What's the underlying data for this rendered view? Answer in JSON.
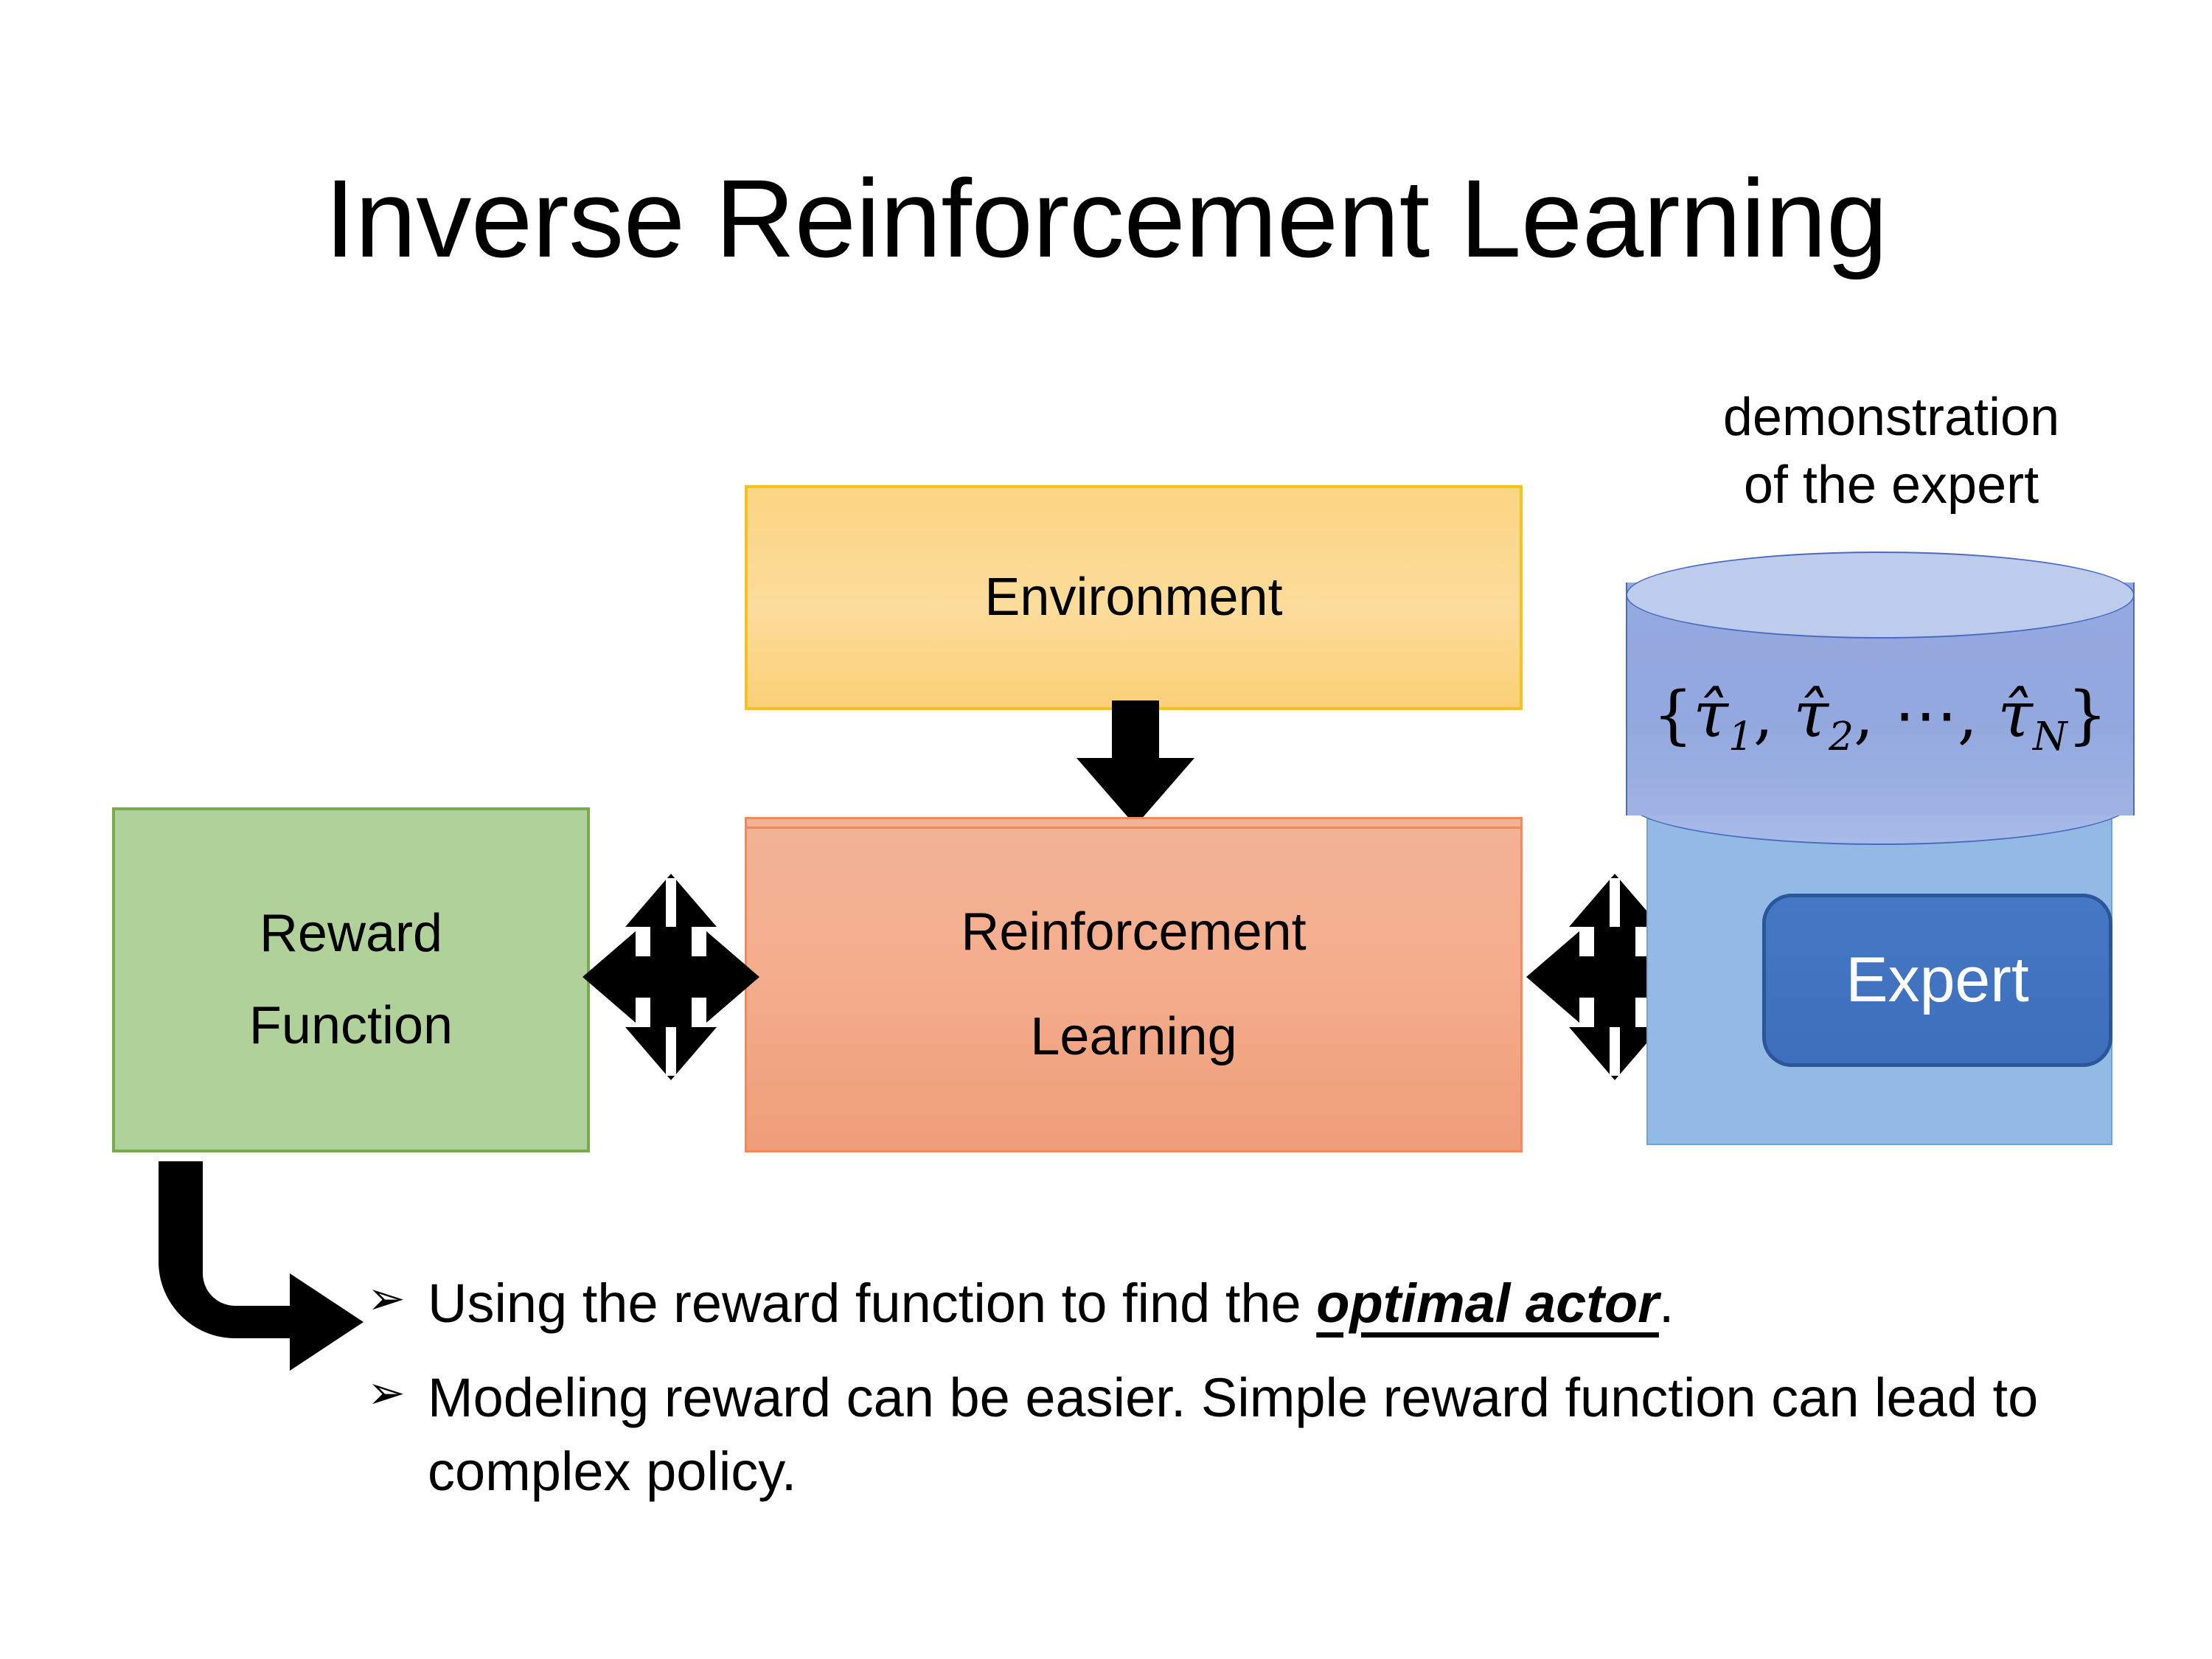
{
  "slide": {
    "title": "Inverse Reinforcement Learning",
    "background": "#FFFFFF"
  },
  "diagram": {
    "boxes": [
      {
        "id": "environment",
        "label": "Environment",
        "fill": "#FBD583",
        "border": "#F5C021",
        "text_color": "#000000"
      },
      {
        "id": "reinforcement-learning",
        "label_line1": "Reinforcement",
        "label_line2": "Learning",
        "fill": "#F2B295",
        "border": "#ED8B5E",
        "text_color": "#000000"
      },
      {
        "id": "reward-function",
        "label_line1": "Reward",
        "label_line2": "Function",
        "fill": "#B0D19A",
        "border": "#78AB4E",
        "text_color": "#000000"
      }
    ],
    "expert_group": {
      "caption_line1": "demonstration",
      "caption_line2": "of the expert",
      "cylinder": {
        "label_open": "{",
        "tau1": "τ̂",
        "sub1": "1",
        "sep1": ", ",
        "tau2": "τ̂",
        "sub2": "2",
        "sep2": ", ⋯, ",
        "tauN": "τ̂",
        "subN": "N",
        "label_close": "}",
        "full_label": "{τ̂1, τ̂2, ⋯, τ̂N}",
        "fill": "#93A8DE",
        "top_fill": "#BDCCEC",
        "border": "#4A6BBF"
      },
      "panel": {
        "fill": "#93BAE4",
        "border": "#6FA3D6"
      },
      "chip": {
        "label": "Expert",
        "fill": "#4478C4",
        "border": "#2B5699",
        "text_color": "#FFFFFF"
      }
    },
    "connectors": [
      {
        "id": "environment-to-rl",
        "kind": "down-arrow",
        "color": "#000000"
      },
      {
        "id": "reward-to-rl",
        "kind": "quad-arrow",
        "color": "#000000"
      },
      {
        "id": "rl-to-expert",
        "kind": "quad-arrow",
        "color": "#000000"
      },
      {
        "id": "reward-to-bullets",
        "kind": "elbow-arrow",
        "color": "#000000"
      }
    ]
  },
  "bullets": {
    "marker": "➢",
    "items": [
      {
        "prefix": "Using the reward function to find the ",
        "emphasis": "optimal actor",
        "suffix": "."
      },
      {
        "prefix": "Modeling reward can be easier. Simple reward function can lead to complex policy.",
        "emphasis": "",
        "suffix": ""
      }
    ]
  }
}
